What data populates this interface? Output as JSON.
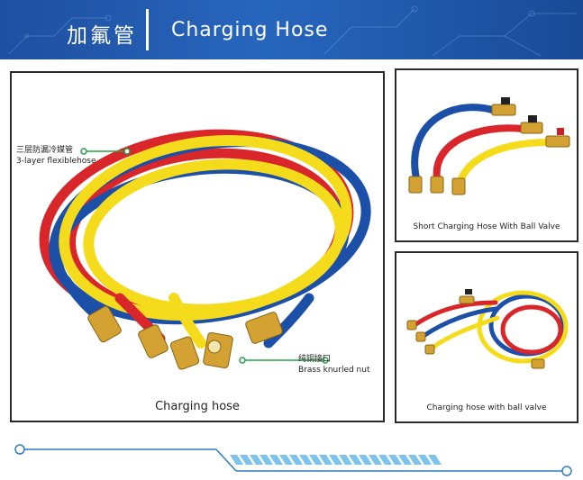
{
  "header": {
    "title_cn": "加氟管",
    "title_en": "Charging Hose"
  },
  "main_panel": {
    "caption": "Charging hose",
    "callouts": [
      {
        "cn": "三层防漏冷媒管",
        "en": "3-layer flexiblehose"
      },
      {
        "cn": "纯铜接口",
        "en": "Brass knurled nut"
      }
    ]
  },
  "side_panels": [
    {
      "caption": "Short Charging Hose With Ball Valve"
    },
    {
      "caption": "Charging hose with ball valve"
    }
  ],
  "colors": {
    "banner": "#2766bd",
    "hose_red": "#d8262b",
    "hose_blue": "#1b4fa8",
    "hose_yellow": "#f4dc1c",
    "brass": "#d3a233",
    "callout_green": "#27a04a",
    "footer_accent": "#2e7cc8"
  }
}
